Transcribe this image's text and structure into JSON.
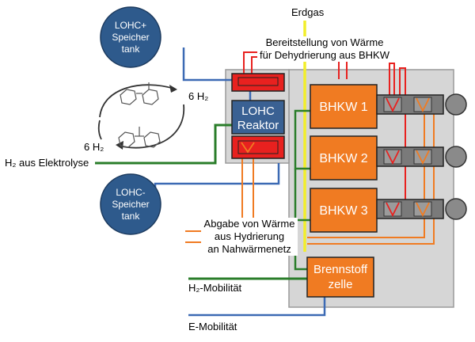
{
  "storage": {
    "lohc_plus": [
      "LOHC+",
      "Speicher",
      "tank"
    ],
    "lohc_minus": [
      "LOHC-",
      "Speicher",
      "tank"
    ]
  },
  "reactor": [
    "LOHC",
    "Reaktor"
  ],
  "units": {
    "bhkw1": "BHKW 1",
    "bhkw2": "BHKW 2",
    "bhkw3": "BHKW 3",
    "fuel_cell": [
      "Brennstoff",
      "zelle"
    ]
  },
  "labels": {
    "erdgas": "Erdgas",
    "heat_supply": [
      "Bereitstellung von Wärme",
      "für Dehydrierung aus BHKW"
    ],
    "heat_release": [
      "Abgabe von Wärme",
      "aus Hydrierung",
      "an Nahwärmenetz"
    ],
    "h2_electrolysis": "H₂ aus Elektrolyse",
    "h2_top": "6 H₂",
    "h2_left": "6 H₂",
    "h2_mobility": "H₂-Mobilität",
    "e_mobility": "E-Mobilität"
  },
  "colors": {
    "tank": "#2e5a8c",
    "reactor": "#3a6193",
    "bhkw": "#f07b22",
    "heater": "#e8211f",
    "panel": "#d6d6d6",
    "hydrogen_line": "#2a7d2a",
    "gas_line": "#f2ee2a",
    "electric_line": "#3c6ab4",
    "heat_line": "#f07b22"
  }
}
